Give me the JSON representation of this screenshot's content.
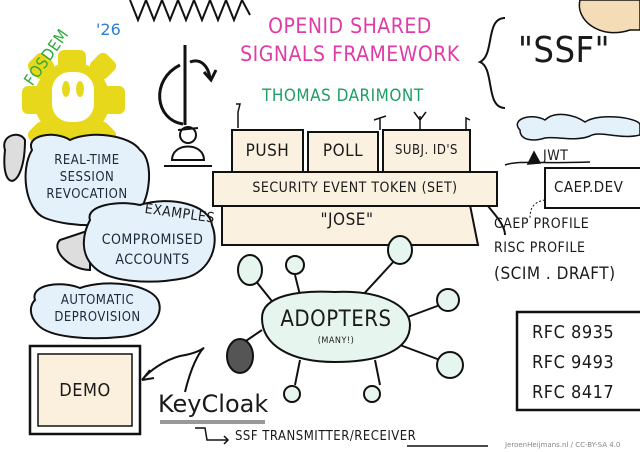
{
  "event_logo": {
    "text": "FOSDEM",
    "year": "'26",
    "colors": {
      "gear": "#e8d81c",
      "text": "#2faa3c",
      "year": "#2d7fd0"
    }
  },
  "title": {
    "line1": "OpenID Shared",
    "line2": "Signals Framework",
    "color": "#e03ca6"
  },
  "abbreviation": "\"SSF\"",
  "speaker": {
    "name": "Thomas Darimont",
    "color": "#1f9e63"
  },
  "stack": {
    "top_boxes": [
      "Push",
      "Poll",
      "Subj. ID's"
    ],
    "middle": "Security Event Token (SET)",
    "base": "\"JOSE\""
  },
  "jwt_label": "JWT",
  "caep_dev": "CAEP.DEV",
  "profiles": [
    "CAEP Profile",
    "RISC Profile",
    "(SCIM . Draft)"
  ],
  "examples": {
    "heading": "Examples",
    "items": [
      "Real-Time Session Revocation",
      "Compromised Accounts",
      "Automatic Deprovision"
    ]
  },
  "adopters": {
    "label": "Adopters",
    "sub": "(Many!)",
    "color": "#bfe6d4"
  },
  "rfcs": [
    "RFC 8935",
    "RFC 9493",
    "RFC 8417"
  ],
  "demo": "Demo",
  "keycloak": "KeyCloak",
  "keycloak_role_prefix": "SSF Transmitter/",
  "keycloak_role_underlined": "Receiver",
  "credit": "JeroenHeijmans.nl / CC-BY-SA 4.0"
}
